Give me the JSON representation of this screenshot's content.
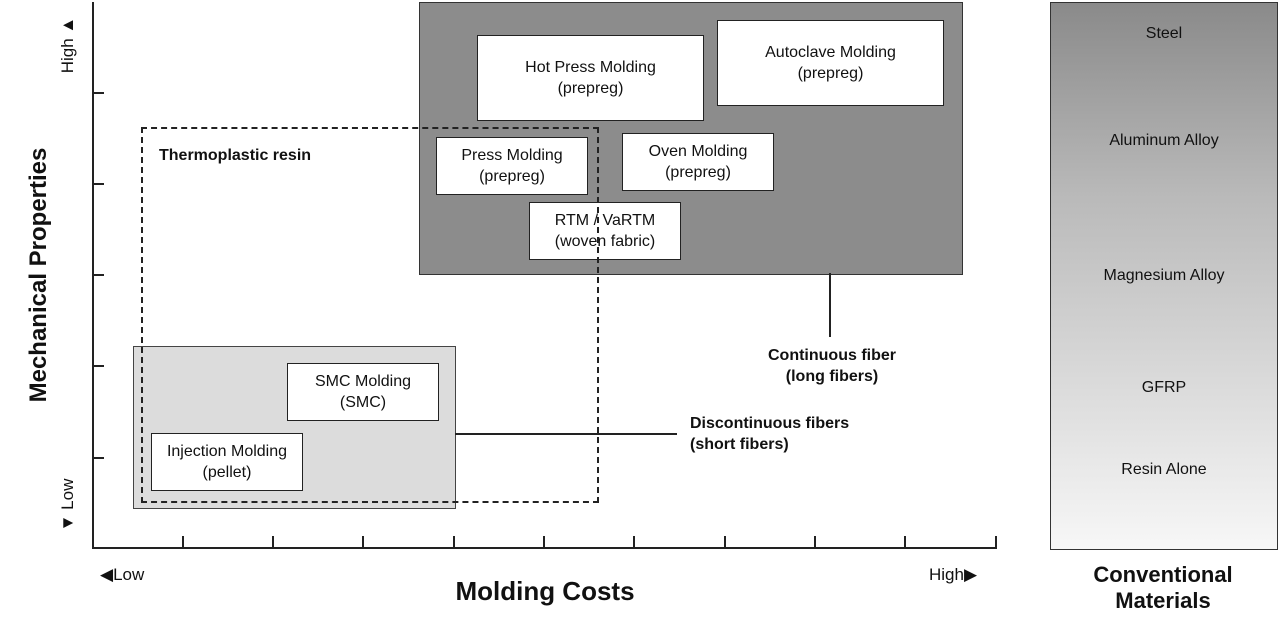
{
  "y_axis": {
    "title": "Mechanical Properties",
    "high_label": "High",
    "low_label": "Low",
    "high_arrow": "▲",
    "low_arrow": "▼"
  },
  "x_axis": {
    "title": "Molding Costs",
    "low_label": "Low",
    "high_label": "High",
    "low_arrow": "◀",
    "high_arrow": "▶"
  },
  "regions": {
    "continuous": {
      "label_line1": "Continuous fiber",
      "label_line2": "(long fibers)"
    },
    "discontinuous": {
      "label_line1": "Discontinuous fibers",
      "label_line2": "(short fibers)"
    },
    "thermoplastic": {
      "label": "Thermoplastic resin"
    }
  },
  "methods": [
    {
      "name": "Hot Press Molding",
      "material": "(prepreg)"
    },
    {
      "name": "Autoclave Molding",
      "material": "(prepreg)"
    },
    {
      "name": "Press Molding",
      "material": "(prepreg)"
    },
    {
      "name": "Oven Molding",
      "material": "(prepreg)"
    },
    {
      "name": "RTM / VaRTM",
      "material": "(woven fabric)"
    },
    {
      "name": "SMC Molding",
      "material": "(SMC)"
    },
    {
      "name": "Injection Molding",
      "material": "(pellet)"
    }
  ],
  "materials": {
    "title_line1": "Conventional",
    "title_line2": "Materials",
    "items": [
      "Steel",
      "Aluminum Alloy",
      "Magnesium Alloy",
      "GFRP",
      "Resin Alone"
    ]
  },
  "colors": {
    "continuous_region": "#8c8c8c",
    "discontinuous_region": "#dcdcdc",
    "gradient_top": "#8a8a8a",
    "gradient_bottom": "#f7f7f7"
  }
}
